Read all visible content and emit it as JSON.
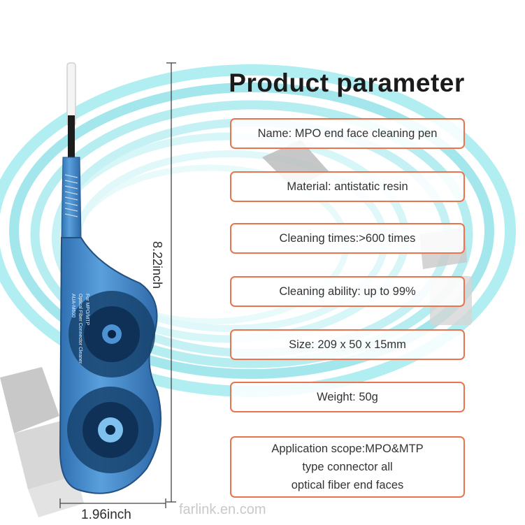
{
  "title": "Product parameter",
  "params": [
    "Name: MPO end face cleaning pen",
    "Material: antistatic resin",
    "Cleaning times:>600 times",
    "Cleaning ability: up to 99%",
    "Size: 209 x 50 x 15mm",
    "Weight: 50g"
  ],
  "application": {
    "line1": "Application scope:MPO&MTP",
    "line2": "type connector all",
    "line3": "optical fiber end faces"
  },
  "dimensions": {
    "height": "8.22inch",
    "width": "1.96inch"
  },
  "product_label": {
    "line1": "AUA-M600",
    "line2": "Optical Fiber Connector Cleaner",
    "line3": "For MPO/MTP"
  },
  "watermark": "farlink.en.com",
  "colors": {
    "accent_border": "#e9744e",
    "cable": "#7fdde6",
    "device_body": "#3f86c6"
  }
}
